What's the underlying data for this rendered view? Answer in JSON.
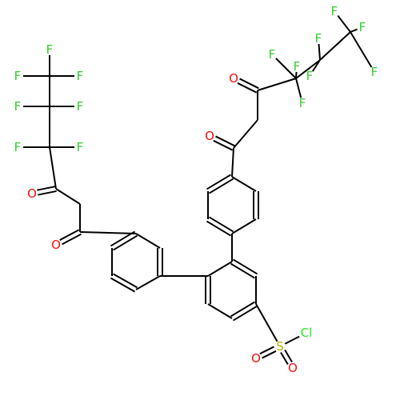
{
  "colors": {
    "bond": "#000000",
    "fluorine": "#33cc33",
    "oxygen": "#ff0d0d",
    "sulfur": "#b2b200",
    "chlorine": "#1ff01f"
  },
  "atom_symbols": {
    "F": "F",
    "O": "O",
    "S": "S",
    "Cl": "Cl"
  }
}
